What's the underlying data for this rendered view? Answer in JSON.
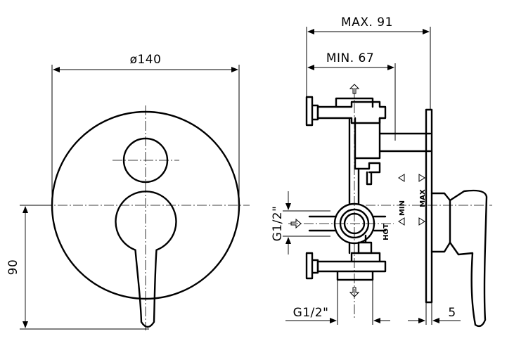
{
  "dimensions": {
    "diameter": "ø140",
    "height": "90",
    "max_depth": "MAX. 91",
    "min_depth": "MIN. 67",
    "thread_top": "G1/2\"",
    "thread_bottom": "G1/2\"",
    "plate_thickness": "5"
  },
  "labels": {
    "min": "MIN",
    "max": "MAX",
    "hot": "HOT"
  }
}
